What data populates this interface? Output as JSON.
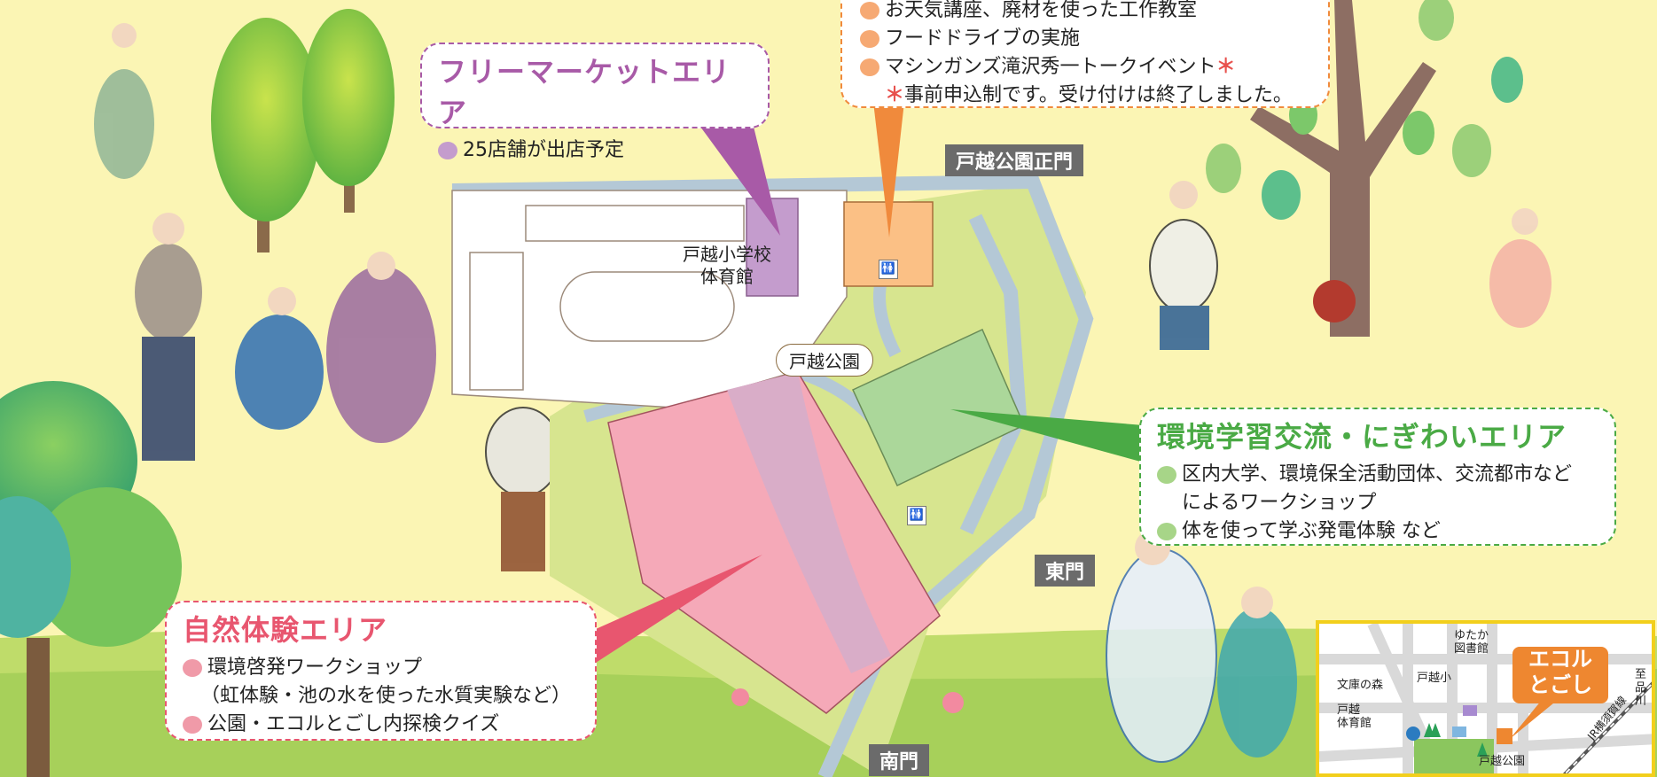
{
  "colors": {
    "purple": "#a85aa7",
    "orange": "#f08a3c",
    "green": "#4aaa45",
    "pink": "#e8566f"
  },
  "flea_market": {
    "title": "フリーマーケットエリア",
    "items": [
      "25店舗が出店予定"
    ]
  },
  "orange_area": {
    "item_cut": "お天気講座、廃材を使った工作教室",
    "item_food": "フードドライブの実施",
    "item_talk": "マシンガンズ滝沢秀一トークイベント",
    "star": "＊",
    "note": "事前申込制です。受け付けは終了しました。"
  },
  "env_area": {
    "title": "環境学習交流・にぎわいエリア",
    "item1_line1": "区内大学、環境保全活動団体、交流都市など",
    "item1_line2": "によるワークショップ",
    "item2": "体を使って学ぶ発電体験 など"
  },
  "nature_area": {
    "title": "自然体験エリア",
    "item1": "環境啓発ワークショップ",
    "item1_sub": "（虹体験・池の水を使った水質実験など）",
    "item2": "公園・エコルとごし内探検クイズ"
  },
  "map": {
    "school_line1": "戸越小学校",
    "school_line2": "体育館",
    "park": "戸越公園",
    "main_gate": "戸越公園正門",
    "east_gate": "東門",
    "south_gate": "南門",
    "toilet_icon": "toilet-icon"
  },
  "minimap": {
    "yutaka_line1": "ゆたか",
    "yutaka_line2": "図書館",
    "bunko": "文庫の森",
    "togoshi_sho": "戸越小",
    "gym_line1": "戸越",
    "gym_line2": "体育館",
    "park": "戸越公園",
    "ecoll_line1": "エコル",
    "ecoll_line2": "とごし",
    "shinagawa_line1": "至",
    "shinagawa_line2": "品",
    "shinagawa_line3": "川",
    "jr": "JR横須賀線"
  }
}
